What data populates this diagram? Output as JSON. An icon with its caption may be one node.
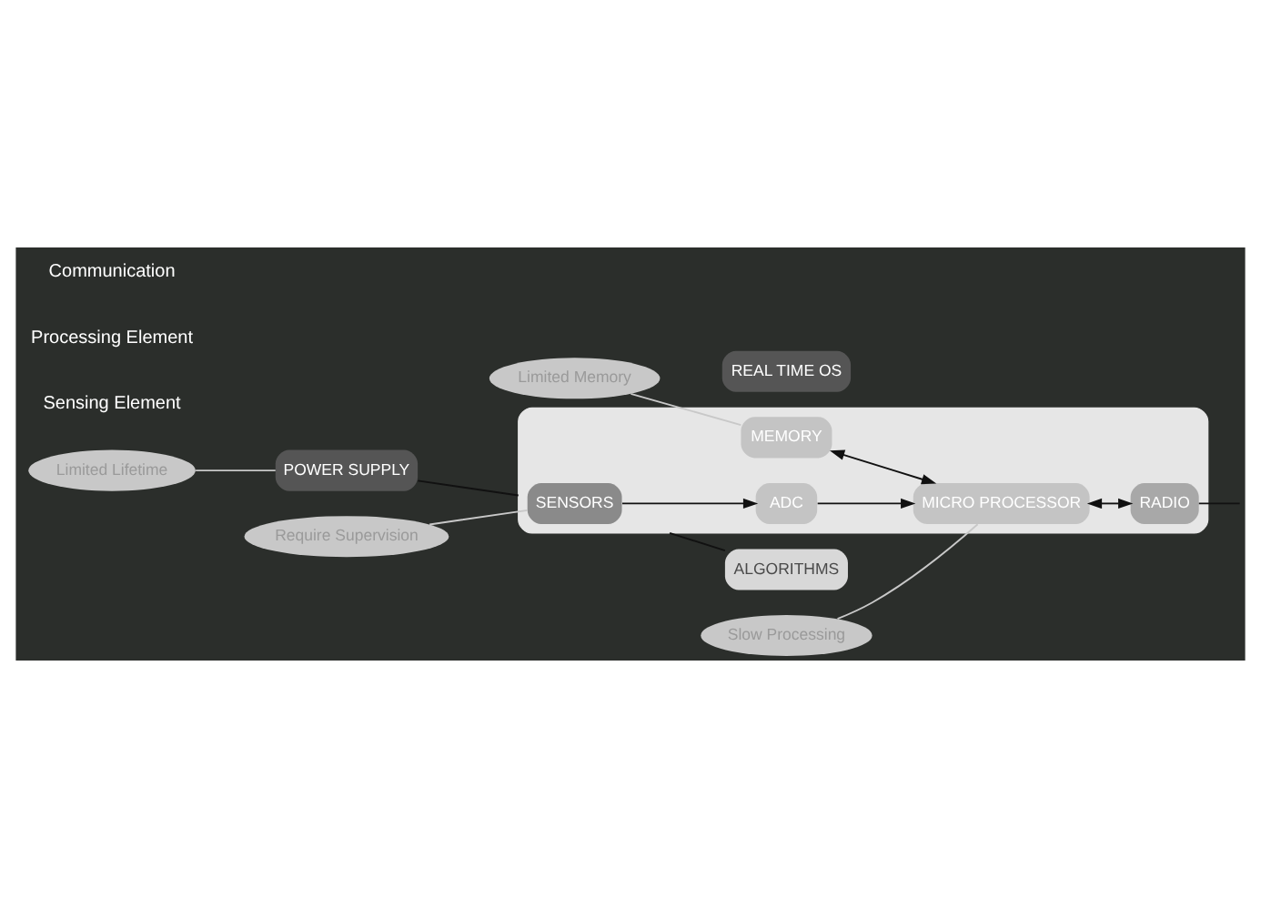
{
  "diagram": {
    "nodes": [
      {
        "text": [
          "Limited Lifetime"
        ]
      },
      {
        "text": [
          "POWER SUPPLY"
        ]
      },
      {
        "text": [],
        "shape": "box"
      },
      {
        "text": [
          "SENSORS"
        ],
        "in": 2
      },
      {
        "text": [
          "ADC"
        ],
        "in": 2
      },
      {
        "text": [
          "MEMORY"
        ],
        "in": 2
      },
      {
        "text": [
          "MICRO PROCESSOR"
        ],
        "in": 2
      },
      {
        "text": [
          "RADIO"
        ],
        "in": 2
      },
      {
        "text": [
          "Limited Memory"
        ]
      },
      {
        "text": [
          "Require Supervision"
        ]
      },
      {
        "text": [
          "Slow Processing"
        ]
      },
      {
        "text": [
          "ALGORITHMS"
        ]
      },
      {
        "text": [
          "REAL TIME OS"
        ]
      }
    ],
    "edges": [
      {
        "from": 0,
        "to": 1,
        "arrow": "none",
        "color": "#c8c8c8"
      },
      {
        "from": 1,
        "to": 2,
        "arrow": "none"
      },
      {
        "from": 3,
        "to": 4,
        "arrow": "to"
      },
      {
        "from": 4,
        "to": 6,
        "arrow": "to"
      },
      {
        "from": 5,
        "to": 6,
        "arrow": "both"
      },
      {
        "from": 6,
        "to": 7,
        "arrow": "both"
      },
      {
        "from": 7,
        "to": null,
        "arrow": "none"
      },
      {
        "from": 8,
        "to": 5,
        "arrow": "none",
        "color": "#c8c8c8"
      },
      {
        "from": 9,
        "to": 3,
        "arrow": "none",
        "color": "#c8c8c8"
      },
      {
        "from": 10,
        "to": 6,
        "arrow": "none",
        "color": "#c8c8c8"
      },
      {
        "from": 2,
        "to": 11,
        "arrow": "none"
      }
    ],
    "labels": [
      "Sensing Element",
      "Processing Element",
      "Communication"
    ]
  }
}
